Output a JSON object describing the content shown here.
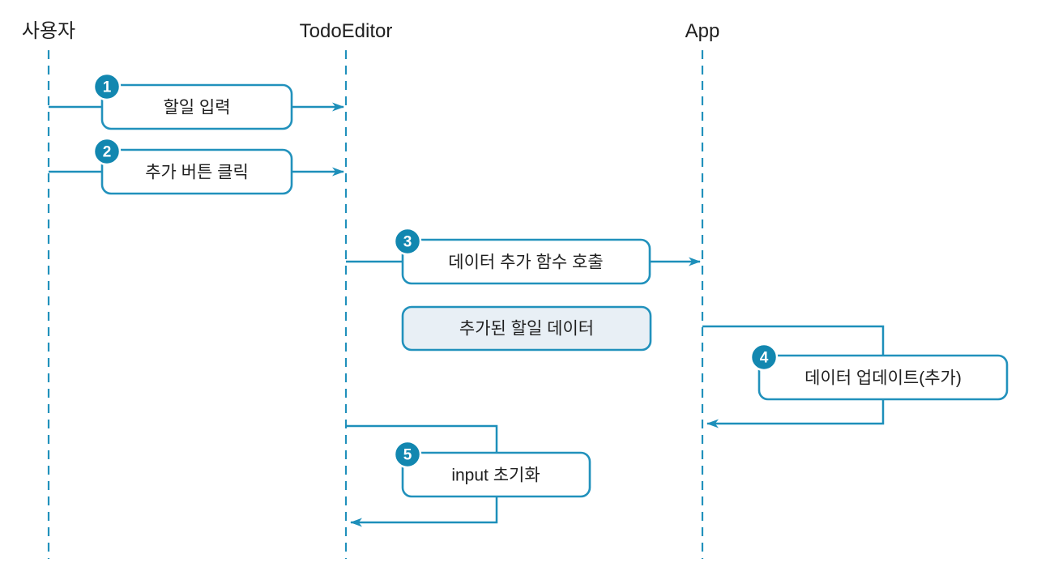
{
  "diagram": {
    "type": "sequence-diagram",
    "colors": {
      "line": "#2191bc",
      "badge_fill": "#1287b0",
      "note_fill": "#e8eff5",
      "box_fill": "#ffffff",
      "text": "#1f1f1f"
    },
    "actors": [
      {
        "id": "user",
        "label": "사용자"
      },
      {
        "id": "todo-editor",
        "label": "TodoEditor"
      },
      {
        "id": "app",
        "label": "App"
      }
    ],
    "steps": [
      {
        "number": "1",
        "label": "할일 입력",
        "from": "user",
        "to": "todo-editor"
      },
      {
        "number": "2",
        "label": "추가 버튼 클릭",
        "from": "user",
        "to": "todo-editor"
      },
      {
        "number": "3",
        "label": "데이터 추가 함수 호출",
        "from": "todo-editor",
        "to": "app"
      },
      {
        "number": "4",
        "label": "데이터 업데이트(추가)",
        "from": "app",
        "to": "app"
      },
      {
        "number": "5",
        "label": "input 초기화",
        "from": "todo-editor",
        "to": "todo-editor"
      }
    ],
    "note": {
      "label": "추가된 할일 데이터"
    }
  }
}
